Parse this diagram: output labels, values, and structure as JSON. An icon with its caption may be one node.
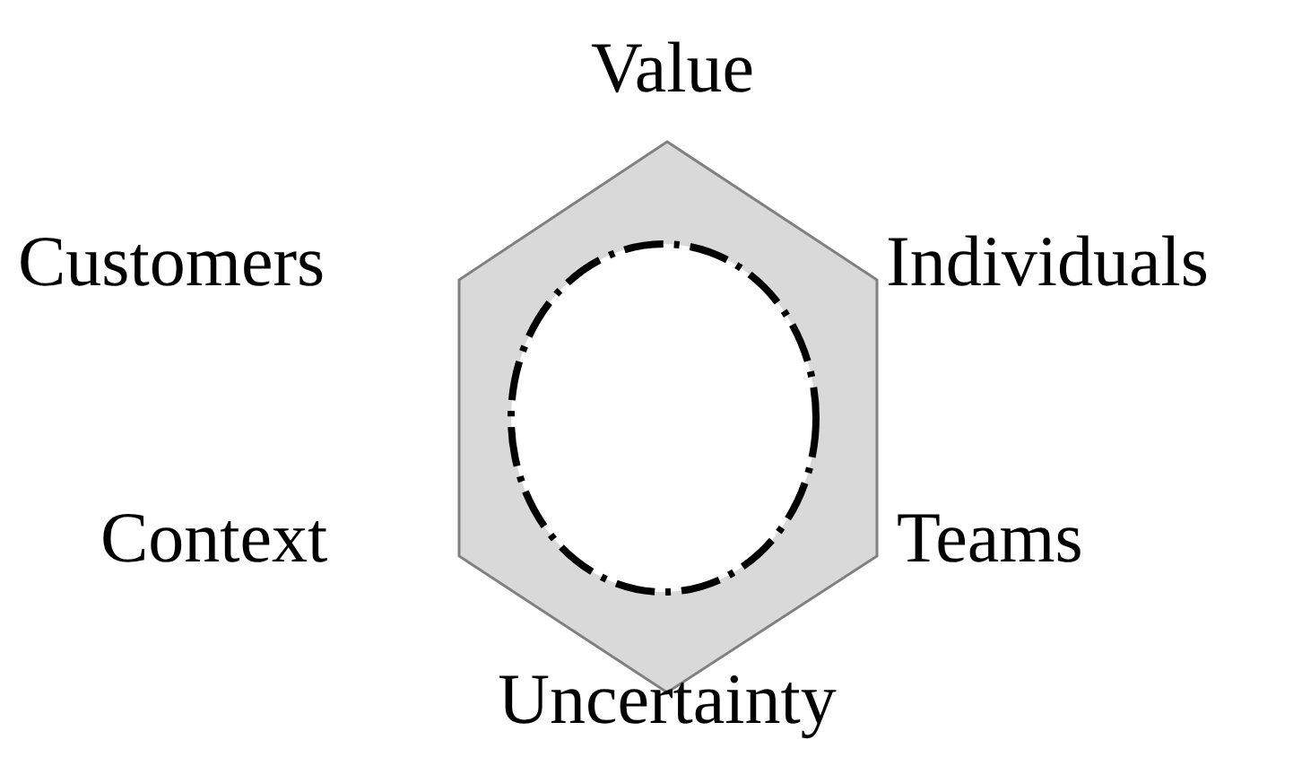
{
  "diagram": {
    "labels": [
      "Value",
      "Customers",
      "Individuals",
      "Context",
      "Teams",
      "Uncertainty"
    ]
  }
}
